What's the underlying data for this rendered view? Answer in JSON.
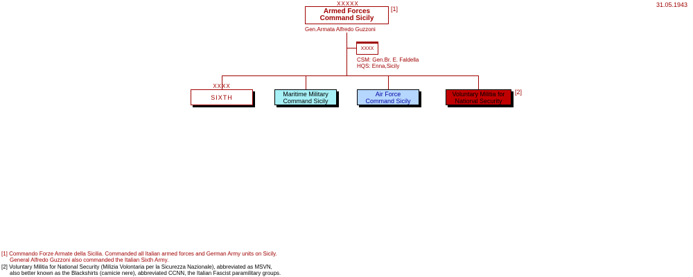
{
  "date": "31.05.1943",
  "hq": {
    "symbol": "XXXXX",
    "title_line1": "Armed Forces",
    "title_line2": "Command Sicily",
    "ref": "[1]",
    "commander": "Gen.Armata  Alfredo Guzzoni"
  },
  "staff": {
    "symbol": "XXXX",
    "csm": "CSM:  Gen.Br.  E. Faldella",
    "hqs": "HQS:  Enna,Sicily"
  },
  "units": {
    "sixth": {
      "symbol": "XXXX",
      "label": "SIXTH"
    },
    "navy": {
      "line1": "Maritime Military",
      "line2": "Command Sicily"
    },
    "air": {
      "line1": "Air Force",
      "line2": "Command Sicily"
    },
    "militia": {
      "line1": "Voluntary Militia for",
      "line2": "National Security",
      "ref": "[2]"
    }
  },
  "footnotes": {
    "f1_line1": "[1] Commando Forze Armate della Sicilia. Commanded all Italian armed forces and German Army units on Sicily.",
    "f1_line2": "General Alfredo Guzzoni also commanded the Italian Sixth Army.",
    "f2_line1": "[2] Voluntary Militia for National Security (Milizia Volontaria per la Sicurezza Nazionale), abbreviated as MSVN,",
    "f2_line2": "also better known as the Blackshirts (camicie nere), abbreviated CCNN, the Italian Fascist paramilitary groups."
  },
  "colors": {
    "line": "#a00000",
    "navy_fill": "#a6f0f6",
    "air_fill": "#b5d6ff",
    "air_text": "#0000a0",
    "militia_fill": "#c00000"
  }
}
